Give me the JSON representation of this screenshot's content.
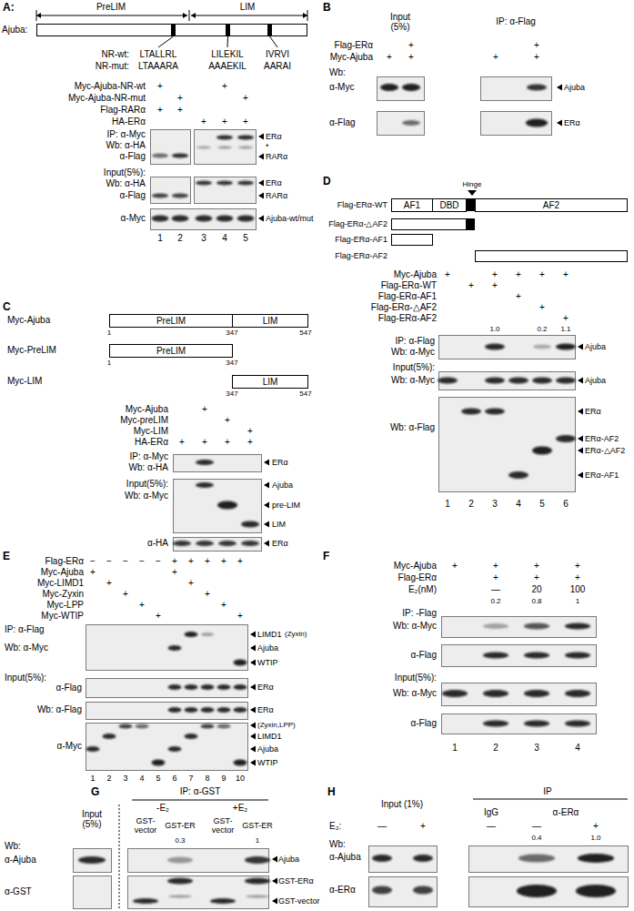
{
  "diagram": {
    "nodes": [
      {
        "text": [
          "PreLIM"
        ]
      },
      {
        "text": [
          "LIM"
        ]
      },
      {
        "text": [
          "PreLIM"
        ]
      },
      {
        "text": [
          "LIM"
        ]
      },
      {
        "text": [
          "AF1"
        ]
      },
      {
        "text": [
          "DBD"
        ]
      },
      {
        "text": [
          "AF2"
        ]
      }
    ],
    "labels": [
      "A:",
      "PreLIM",
      "LIM",
      "Ajuba:",
      "NR-wt:",
      "LTALLRL",
      "LILEKIL",
      "IVRVI",
      "NR-mut:",
      "LTAAARA",
      "AAAEKIL",
      "AARAI",
      "Myc-Ajuba-NR-wt",
      "Myc-Ajuba-NR-mut",
      "Flag-RARα",
      "HA-ERα",
      "+",
      "+",
      "+",
      "+",
      "+",
      "+",
      "+",
      "+",
      "+",
      "IP: α-Myc",
      "Wb: α-HA",
      "α-Flag",
      "ERα",
      "*",
      "RARα",
      "Input(5%):",
      "Wb: α-HA",
      "α-Flag",
      "ERα",
      "RARα",
      "α-Myc",
      "Ajuba-wt/mut",
      "1",
      "2",
      "3",
      "4",
      "5",
      "B",
      "Input (5%)",
      "IP: α-Flag",
      "Flag-ERα",
      "Myc-Ajuba",
      "+",
      "+",
      "+",
      "+",
      "+",
      "+",
      "Wb:",
      "α-Myc",
      "Ajuba",
      "α-Flag",
      "ERα",
      "C",
      "Myc-Ajuba",
      "Myc-PreLIM",
      "Myc-LIM",
      "1",
      "347",
      "547",
      "1",
      "347",
      "347",
      "547",
      "Myc-Ajuba",
      "Myc-preLIM",
      "Myc-LIM",
      "HA-ERα",
      "+",
      "+",
      "+",
      "+",
      "+",
      "+",
      "+",
      "IP: α-Myc",
      "Wb: α-HA",
      "ERα",
      "Input(5%):",
      "Wb: α-Myc",
      "Ajuba",
      "pre-LIM",
      "LIM",
      "α-HA",
      "ERα",
      "D",
      "Hinge",
      "Flag-ERα-WT",
      "Flag-ERα-△AF2",
      "Flag-ERα-AF1",
      "Flag-ERα-AF2",
      "Myc-Ajuba",
      "Flag-ERα-WT",
      "Flag-ERα-AF1",
      "Flag-ERα-△AF2",
      "Flag-ERα-AF2",
      "+",
      "+",
      "+",
      "+",
      "+",
      "+",
      "+",
      "+",
      "+",
      "+",
      "1.0",
      "0.2",
      "1.1",
      "IP: α-Flag",
      "Wb: α-Myc",
      "Ajuba",
      "Input(5%):",
      "Wb: α-Myc",
      "Ajuba",
      "Wb: α-Flag",
      "ERα",
      "ERα-AF2",
      "ERα-△AF2",
      "ERα-AF1",
      "1",
      "2",
      "3",
      "4",
      "5",
      "6",
      "E",
      "Flag-ERα",
      "Myc-Ajuba",
      "Myc-LIMD1",
      "Myc-Zyxin",
      "Myc-LPP",
      "Myc-WTIP",
      "−",
      "−",
      "−",
      "−",
      "−",
      "+",
      "+",
      "+",
      "+",
      "+",
      "+",
      "+",
      "+",
      "+",
      "+",
      "+",
      "+",
      "+",
      "+",
      "+",
      "IP: α-Flag",
      "Wb: α-Myc",
      "LIMD1",
      "(Zyxin)",
      "Ajuba",
      "WTIP",
      "Input(5%):",
      "α-Flag",
      "ERα",
      "Wb: α-Flag",
      "ERα",
      "α-Myc",
      "(Zyxin,LPP)",
      "LIMD1",
      "Ajuba",
      "WTIP",
      "1",
      "2",
      "3",
      "4",
      "5",
      "6",
      "7",
      "8",
      "9",
      "10",
      "F",
      "Myc-Ajuba",
      "Flag-ERα",
      "E₂(nM)",
      "+",
      "+",
      "+",
      "+",
      "+",
      "+",
      "+",
      "—",
      "20",
      "100",
      "0.2",
      "0.8",
      "1",
      "IP: -Flag",
      "Wb: α-Myc",
      "α-Flag",
      "Input(5%):",
      "Wb: α-Myc",
      "α-Flag",
      "1",
      "2",
      "3",
      "4",
      "G",
      "IP: α-GST",
      "-E₂",
      "+E₂",
      "Input (5%)",
      "GST-vector",
      "GST-ER",
      "GST-vector",
      "GST-ER",
      "0.3",
      "1",
      "Wb:",
      "α-Ajuba",
      "Ajuba",
      "α-GST",
      "GST-ERα",
      "GST-vector",
      "H",
      "IP",
      "Input (1%)",
      "IgG",
      "α-ERα",
      "E₂:",
      "—",
      "+",
      "—",
      "—",
      "+",
      "0.4",
      "1.0",
      "Wb:",
      "α-Ajuba",
      "α-ERα"
    ]
  }
}
